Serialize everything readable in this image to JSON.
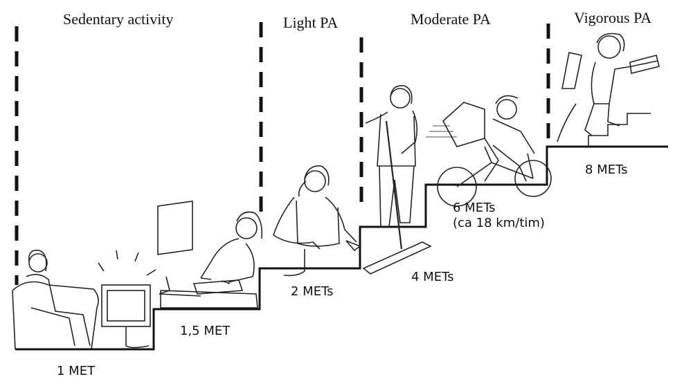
{
  "categories": [
    {
      "label": "Sedentary activity"
    },
    {
      "label": "Light PA"
    },
    {
      "label": "Moderate PA"
    },
    {
      "label": "Vigorous PA"
    }
  ],
  "steps": [
    {
      "label": "1 MET",
      "figure": "woman-watching-tv-figure"
    },
    {
      "label": "1,5 MET",
      "figure": "man-at-computer-figure"
    },
    {
      "label": "2 METs",
      "figure": "woman-sewing-figure"
    },
    {
      "label": "4 METs",
      "figure": "woman-mopping-figure"
    },
    {
      "label": "6 METs",
      "sublabel": "(ca 18 km/tim)",
      "figure": "man-cycling-figure"
    },
    {
      "label": "8 METs",
      "figure": "firefighter-climbing-stairs-figure"
    }
  ],
  "colors": {
    "line": "#111111",
    "background": "#ffffff"
  }
}
